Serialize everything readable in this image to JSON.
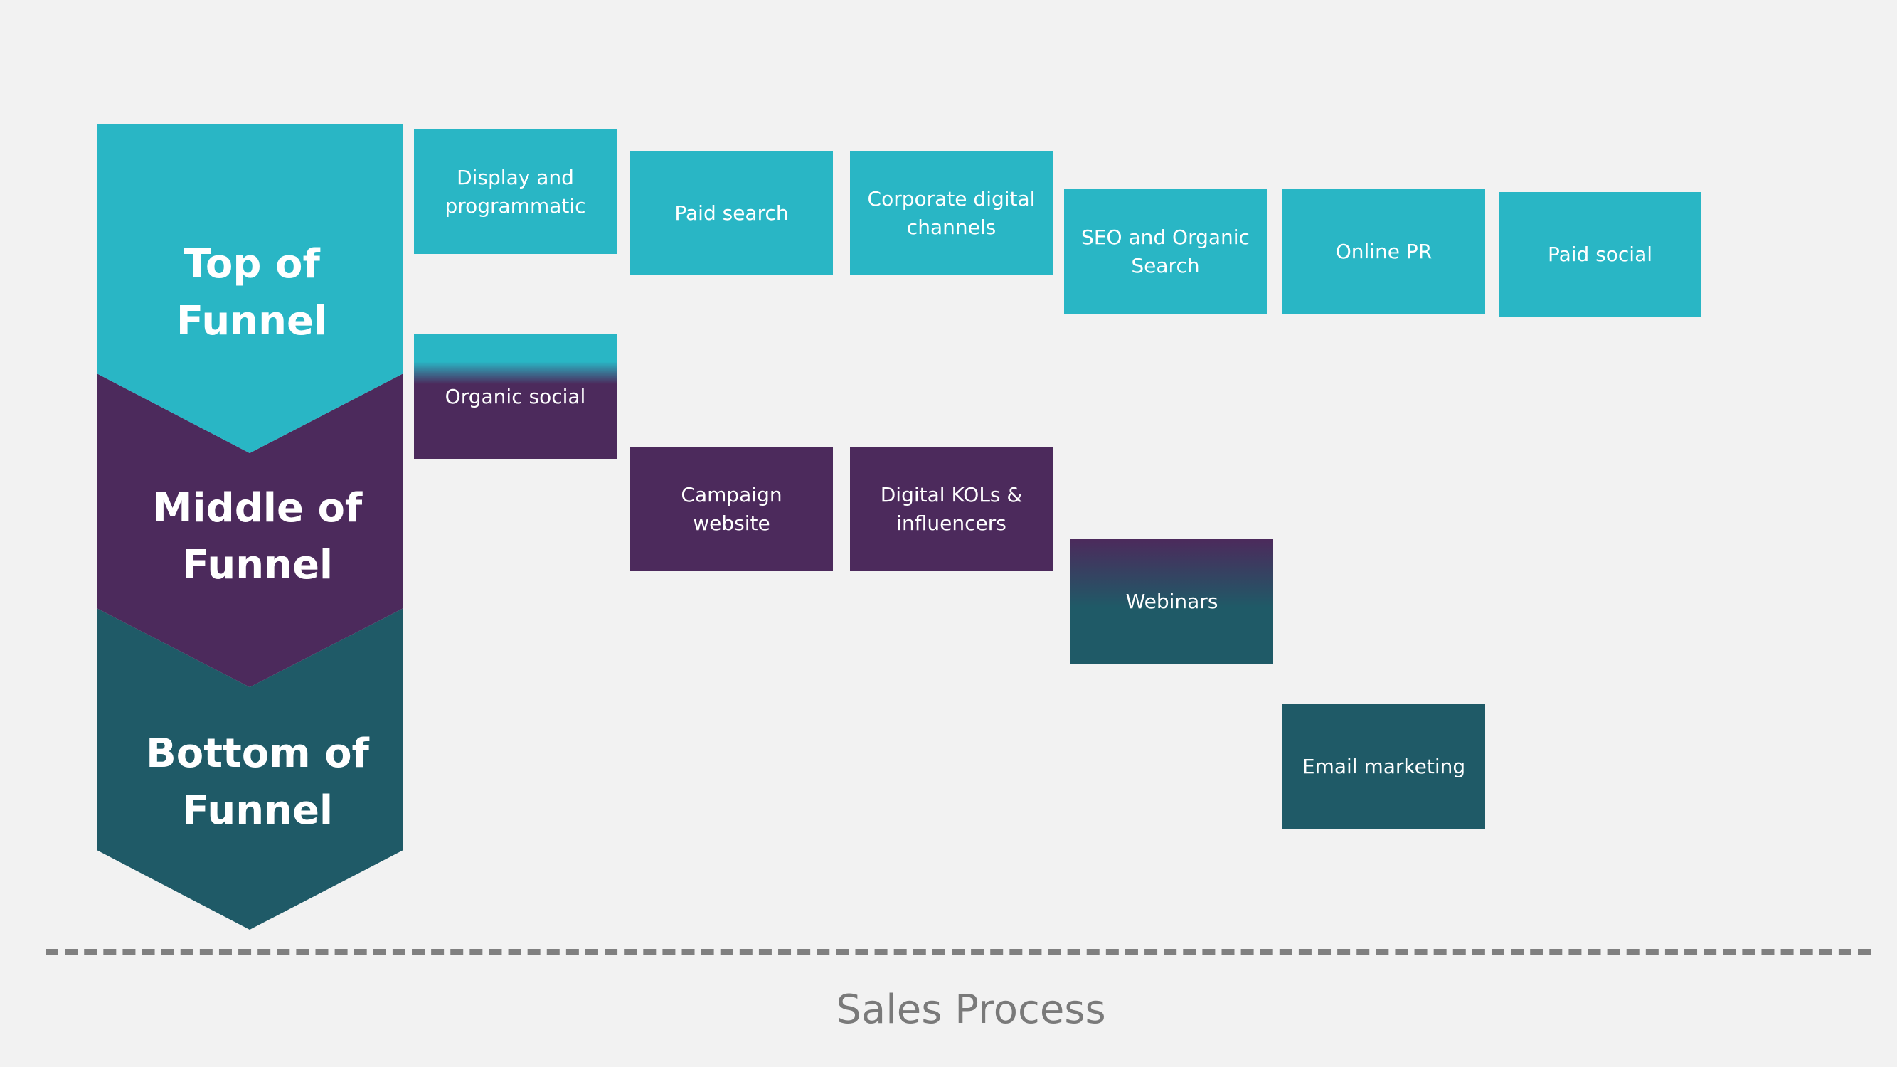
{
  "stages": [
    {
      "label": "Top of\nFunnel",
      "color": "#29b6c5"
    },
    {
      "label": "Middle of\nFunnel",
      "color": "#4c2a5c"
    },
    {
      "label": "Bottom of\nFunnel",
      "color": "#1f5a67"
    }
  ],
  "channels": [
    {
      "label": "Display and\nprogrammatic",
      "stage": "top"
    },
    {
      "label": "Paid search",
      "stage": "top"
    },
    {
      "label": "Corporate digital\nchannels",
      "stage": "top"
    },
    {
      "label": "SEO and Organic\nSearch",
      "stage": "top"
    },
    {
      "label": "Online PR",
      "stage": "top"
    },
    {
      "label": "Paid social",
      "stage": "top"
    },
    {
      "label": "Organic social",
      "stage": "top-to-middle"
    },
    {
      "label": "Campaign\nwebsite",
      "stage": "middle"
    },
    {
      "label": "Digital KOLs &\ninfluencers",
      "stage": "middle"
    },
    {
      "label": "Webinars",
      "stage": "middle-to-bottom"
    },
    {
      "label": "Email marketing",
      "stage": "bottom"
    }
  ],
  "footer": {
    "label": "Sales Process"
  }
}
